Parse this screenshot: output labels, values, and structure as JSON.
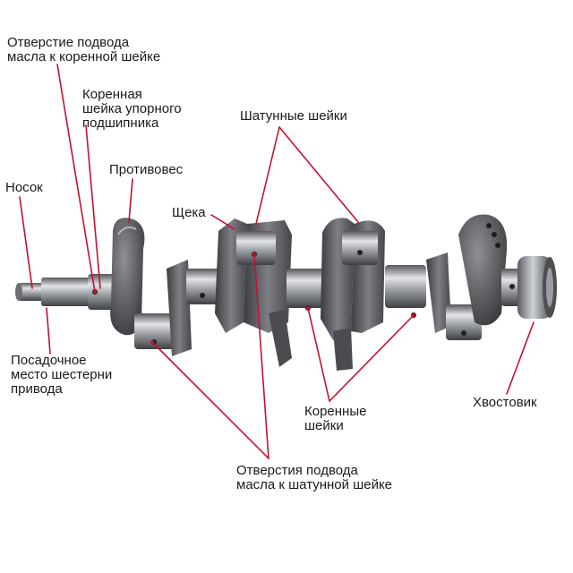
{
  "labels": {
    "oil_hole_main": [
      "Отверстие подвода",
      "масла к коренной шейке"
    ],
    "thrust_journal": [
      "Коренная",
      "шейка упорного",
      "подшипника"
    ],
    "counterweight": [
      "Противовес"
    ],
    "nose": [
      "Носок"
    ],
    "web": [
      "Щека"
    ],
    "crankpins": [
      "Шатунные шейки"
    ],
    "gear_seat": [
      "Посадочное",
      "место шестерни",
      "привода"
    ],
    "main_journals": [
      "Коренные",
      "шейки"
    ],
    "tail": [
      "Хвостовик"
    ],
    "oil_hole_crankpin": [
      "Отверстия подвода",
      "масла к шатунной шейке"
    ]
  },
  "colors": {
    "leader": "#c8102e",
    "label_text": "#1a1a1a",
    "metal_dark": "#3a3b3e",
    "metal_mid": "#8a8c90",
    "metal_light": "#d6d8dc",
    "background": "#ffffff"
  }
}
